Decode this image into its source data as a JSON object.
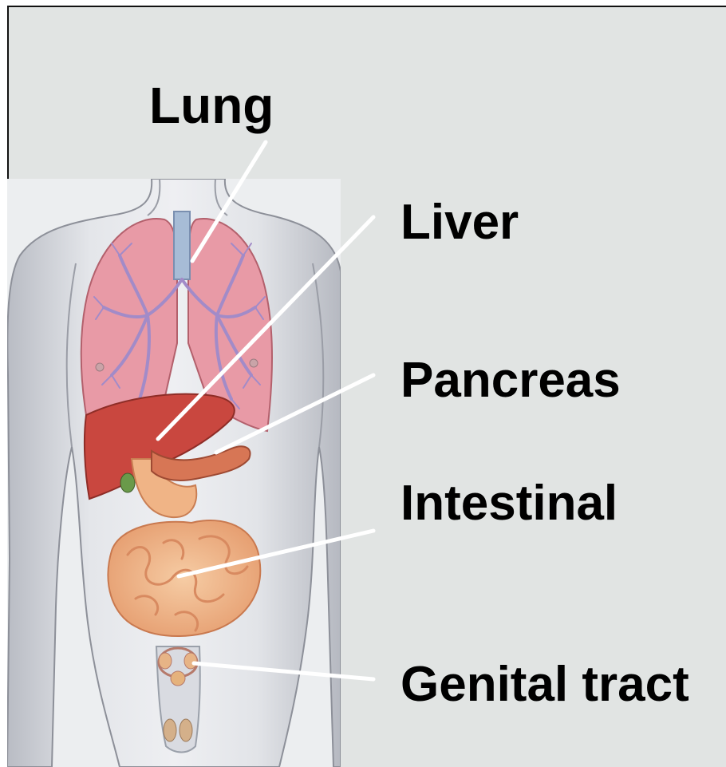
{
  "labels": {
    "lung": "Lung",
    "liver": "Liver",
    "pancreas": "Pancreas",
    "intestinal": "Intestinal",
    "genital_tract": "Genital tract"
  },
  "colors": {
    "background": "#e1e4e3",
    "skin": "#d9dbe0",
    "lung": "#e59aa6",
    "liver": "#c9483f",
    "pancreas": "#d87755",
    "intestine": "#f0b486",
    "airway": "#9fb6d2",
    "bronchi": "#a38fc6",
    "leader_line": "#ffffff"
  }
}
